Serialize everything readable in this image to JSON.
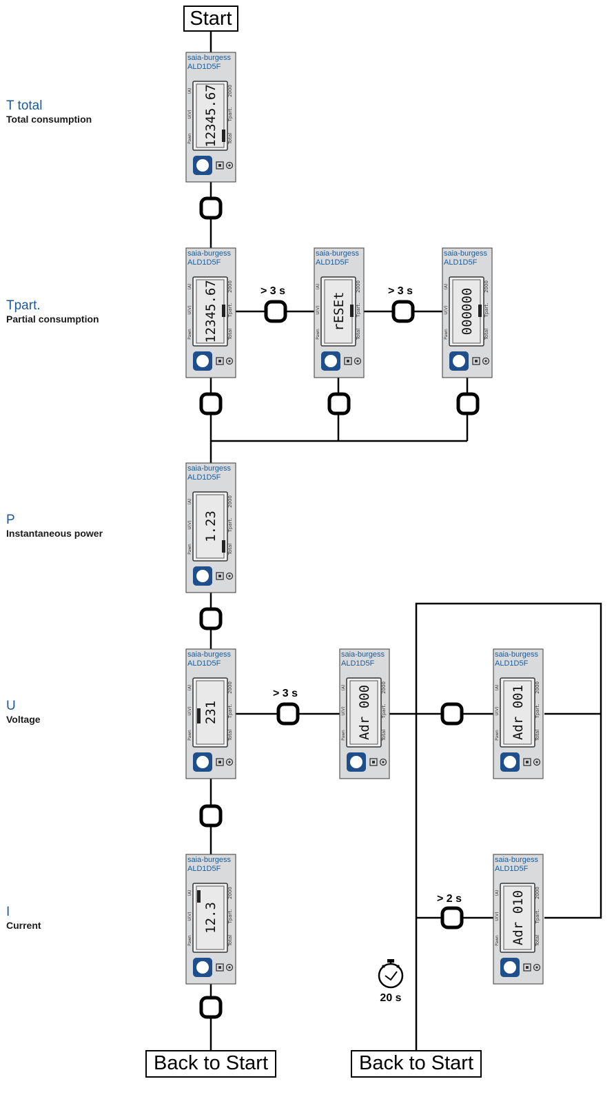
{
  "start_label": "Start",
  "back_labels": [
    "Back to Start",
    "Back to Start"
  ],
  "device": {
    "brand": "saia-burgess",
    "model": "ALD1D5F",
    "left_labels": [
      "(A)",
      "U(V)",
      "Pawn"
    ],
    "right_labels": [
      "2000",
      "Tpart.",
      "Total"
    ]
  },
  "sections": [
    {
      "title": "T total",
      "subtitle": "Total consumption"
    },
    {
      "title": "Tpart.",
      "subtitle": "Partial consumption"
    },
    {
      "title": "P",
      "subtitle": "Instantaneous power"
    },
    {
      "title": "U",
      "subtitle": "Voltage"
    },
    {
      "title": "I",
      "subtitle": "Current"
    }
  ],
  "meters": [
    {
      "id": "t-total",
      "readout": "12345.67",
      "indicator": "bottom"
    },
    {
      "id": "tpart-1",
      "readout": "12345.67",
      "indicator": "middle"
    },
    {
      "id": "tpart-2",
      "readout": "rESEt",
      "indicator": "middle"
    },
    {
      "id": "tpart-3",
      "readout": "000000",
      "indicator": "middle"
    },
    {
      "id": "p",
      "readout": "1.23",
      "indicator": "bottom"
    },
    {
      "id": "u",
      "readout": "231",
      "indicator": "left"
    },
    {
      "id": "adr-000",
      "readout": "Adr 000",
      "indicator": "none"
    },
    {
      "id": "adr-001",
      "readout": "Adr 001",
      "indicator": "none"
    },
    {
      "id": "i",
      "readout": "12.3",
      "indicator": "top"
    },
    {
      "id": "adr-010",
      "readout": "Adr 010",
      "indicator": "none"
    }
  ],
  "timings": {
    "long_press_1": "> 3 s",
    "long_press_2": "> 3 s",
    "long_press_3": "> 3 s",
    "long_press_4": "> 2 s",
    "timeout": "20 s"
  },
  "colors": {
    "title_blue": "#1a5a9a",
    "button_blue": "#1f4f8a",
    "device_gray": "#d9dadc"
  }
}
